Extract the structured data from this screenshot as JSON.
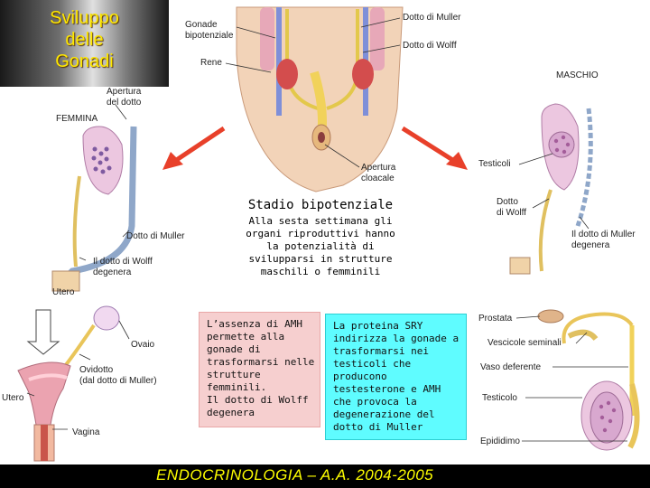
{
  "title": "Sviluppo\ndelle\nGonadi",
  "top_labels": {
    "gonade": "Gonade\nbipotenziale",
    "rene": "Rene",
    "muller": "Dotto di Muller",
    "wolff": "Dotto di Wolff",
    "apertura_cloacale": "Apertura\ncloacale"
  },
  "center": {
    "title": "Stadio bipotenziale",
    "body": "Alla sesta settimana gli\norgani riproduttivi hanno\nla potenzialità di\nsvilupparsi in strutture\nmaschili o femminili"
  },
  "female_labels": {
    "femmina": "FEMMINA",
    "apertura_dotto": "Apertura\ndel dotto",
    "dotto_muller": "Dotto di Muller",
    "wolff_degenera": "Il dotto di Wolff\ndegenera",
    "utero_upper": "Utero",
    "ovaio": "Ovaio",
    "ovidotto": "Ovidotto\n(dal dotto di Muller)",
    "utero_lower": "Utero",
    "vagina": "Vagina"
  },
  "male_labels": {
    "maschio": "MASCHIO",
    "testicoli": "Testicoli",
    "dotto_wolff": "Dotto\ndi Wolff",
    "muller_degenera": "Il dotto di Muller\ndegenera",
    "prostata": "Prostata",
    "vescicole": "Vescicole seminali",
    "vaso": "Vaso deferente",
    "testicolo": "Testicolo",
    "epididimo": "Epididimo"
  },
  "pink_text": "L’assenza di AMH\npermette alla\ngonade di\ntrasformarsi nelle\nstrutture\nfemminili.\nIl dotto di Wolff\ndegenera",
  "cyan_text": "La proteina SRY\nindirizza la gonade a\ntrasformarsi nei\ntesticoli che\nproducono\ntestesterone e AMH\nche provoca la\ndegenerazione del\ndotto di Muller",
  "footer": "ENDOCRINOLOGIA – A.A. 2004-2005",
  "colors": {
    "arrow": "#e8402a",
    "title_text": "#ffe800",
    "pink_box": "#f6cfcf",
    "cyan_box": "#5ffcff",
    "footer_text": "#ffff00"
  }
}
